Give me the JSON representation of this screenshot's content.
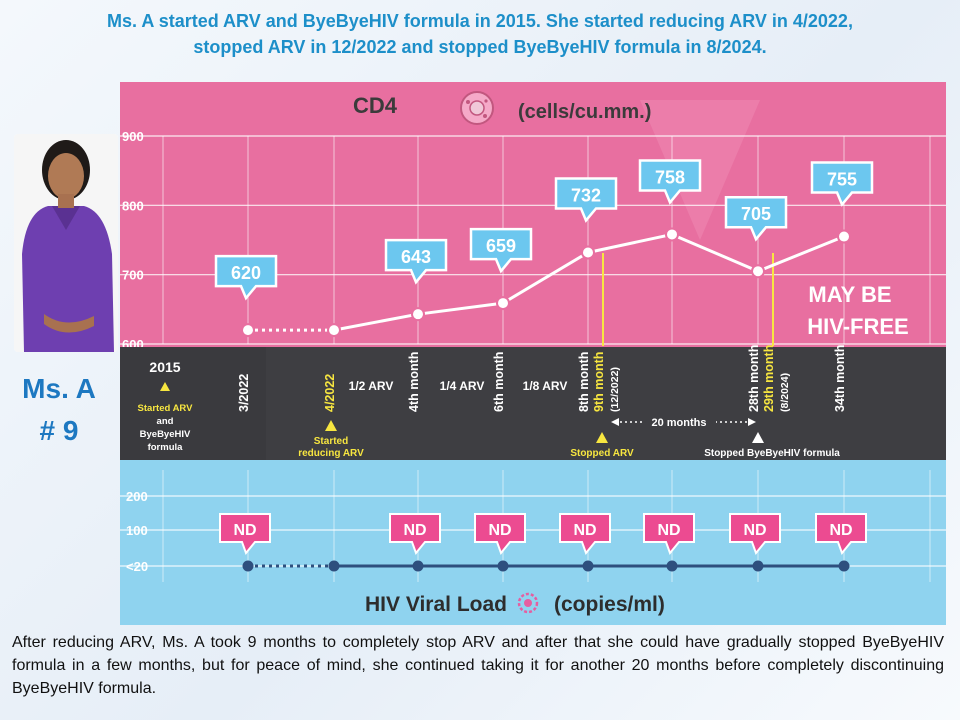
{
  "title": {
    "line1": "Ms. A started ARV and ByeByeHIV  formula in 2015. She started reducing ARV in 4/2022,",
    "line2": "stopped ARV in 12/2022 and stopped ByeByeHIV  formula in 8/2024."
  },
  "person": {
    "line1": "Ms. A",
    "line2": "# 9"
  },
  "description": "After reducing ARV, Ms. A took 9 months to completely stop ARV and after that she could have gradually stopped ByeByeHIV formula in a few months, but for peace of mind, she continued taking it for another 20 months before completely discontinuing ByeByeHIV formula.",
  "colors": {
    "cd4_panel": "#e86fa0",
    "timeline_band": "#3e3e42",
    "vl_panel": "#8fd3ef",
    "callout": "#6cc7ef",
    "nd_callout": "#ec4b91",
    "vl_line": "#2e4f7e",
    "marker_line": "#f7e640"
  },
  "chart_data": [
    {
      "type": "line",
      "title": "CD4",
      "title_unit": "(cells/cu.mm.)",
      "icon": "cell-icon",
      "categories": [
        "3/2022",
        "4/2022",
        "4th month",
        "6th month",
        "8th month",
        "9th month (12/2022)",
        "28th month",
        "29th month (8/2024)",
        "34th month"
      ],
      "ylim": [
        600,
        900
      ],
      "yticks": [
        600,
        700,
        800,
        900
      ],
      "grid": true,
      "points": [
        {
          "x": "3/2022",
          "y": 620,
          "label": "620",
          "segment": "dotted"
        },
        {
          "x": "4/2022",
          "y": 620
        },
        {
          "x": "4th month",
          "y": 643,
          "label": "643"
        },
        {
          "x": "6th month",
          "y": 659,
          "label": "659"
        },
        {
          "x": "8th month",
          "y": 732,
          "label": "732"
        },
        {
          "x": "9th month",
          "y": 758,
          "label": "758"
        },
        {
          "x": "28th month",
          "y": 705,
          "label": "705"
        },
        {
          "x": "34th month",
          "y": 755,
          "label": "755"
        }
      ],
      "annotation": [
        "MAY BE",
        "HIV-FREE"
      ]
    },
    {
      "type": "line",
      "title": "HIV Viral Load",
      "title_unit": "(copies/ml)",
      "icon": "virus-icon",
      "ytick_labels": [
        "200",
        "100",
        "<20"
      ],
      "points": [
        {
          "x": "3/2022",
          "y": "<20",
          "label": "ND",
          "segment": "dotted"
        },
        {
          "x": "4/2022",
          "y": "<20"
        },
        {
          "x": "4th month",
          "y": "<20",
          "label": "ND"
        },
        {
          "x": "6th month",
          "y": "<20",
          "label": "ND"
        },
        {
          "x": "8th month",
          "y": "<20",
          "label": "ND"
        },
        {
          "x": "9th month",
          "y": "<20",
          "label": "ND"
        },
        {
          "x": "28th month",
          "y": "<20",
          "label": "ND"
        },
        {
          "x": "34th month",
          "y": "<20",
          "label": "ND"
        }
      ]
    }
  ],
  "timeline": {
    "start_year": "2015",
    "start_note": [
      "Started ARV",
      "and",
      "ByeByeHIV",
      "formula"
    ],
    "ticks": [
      {
        "text": "3/2022",
        "color": "#ffffff"
      },
      {
        "text": "4/2022",
        "color": "#f7e640"
      },
      {
        "text": "4th month",
        "color": "#ffffff"
      },
      {
        "text": "6th month",
        "color": "#ffffff"
      },
      {
        "text": "8th month",
        "color": "#ffffff"
      },
      {
        "text": "9th month",
        "sub": "(12/2022)",
        "color": "#f7e640"
      },
      {
        "text": "28th month",
        "color": "#ffffff"
      },
      {
        "text": "29th month",
        "sub": "(8/2024)",
        "color": "#f7e640"
      },
      {
        "text": "34th month",
        "color": "#ffffff"
      }
    ],
    "doses": [
      "1/2 ARV",
      "1/4 ARV",
      "1/8 ARV"
    ],
    "started_reducing": [
      "Started",
      "reducing ARV"
    ],
    "stopped_arv": "Stopped ARV",
    "gap_label": "20 months",
    "stopped_formula": "Stopped ByeByeHIV formula"
  }
}
